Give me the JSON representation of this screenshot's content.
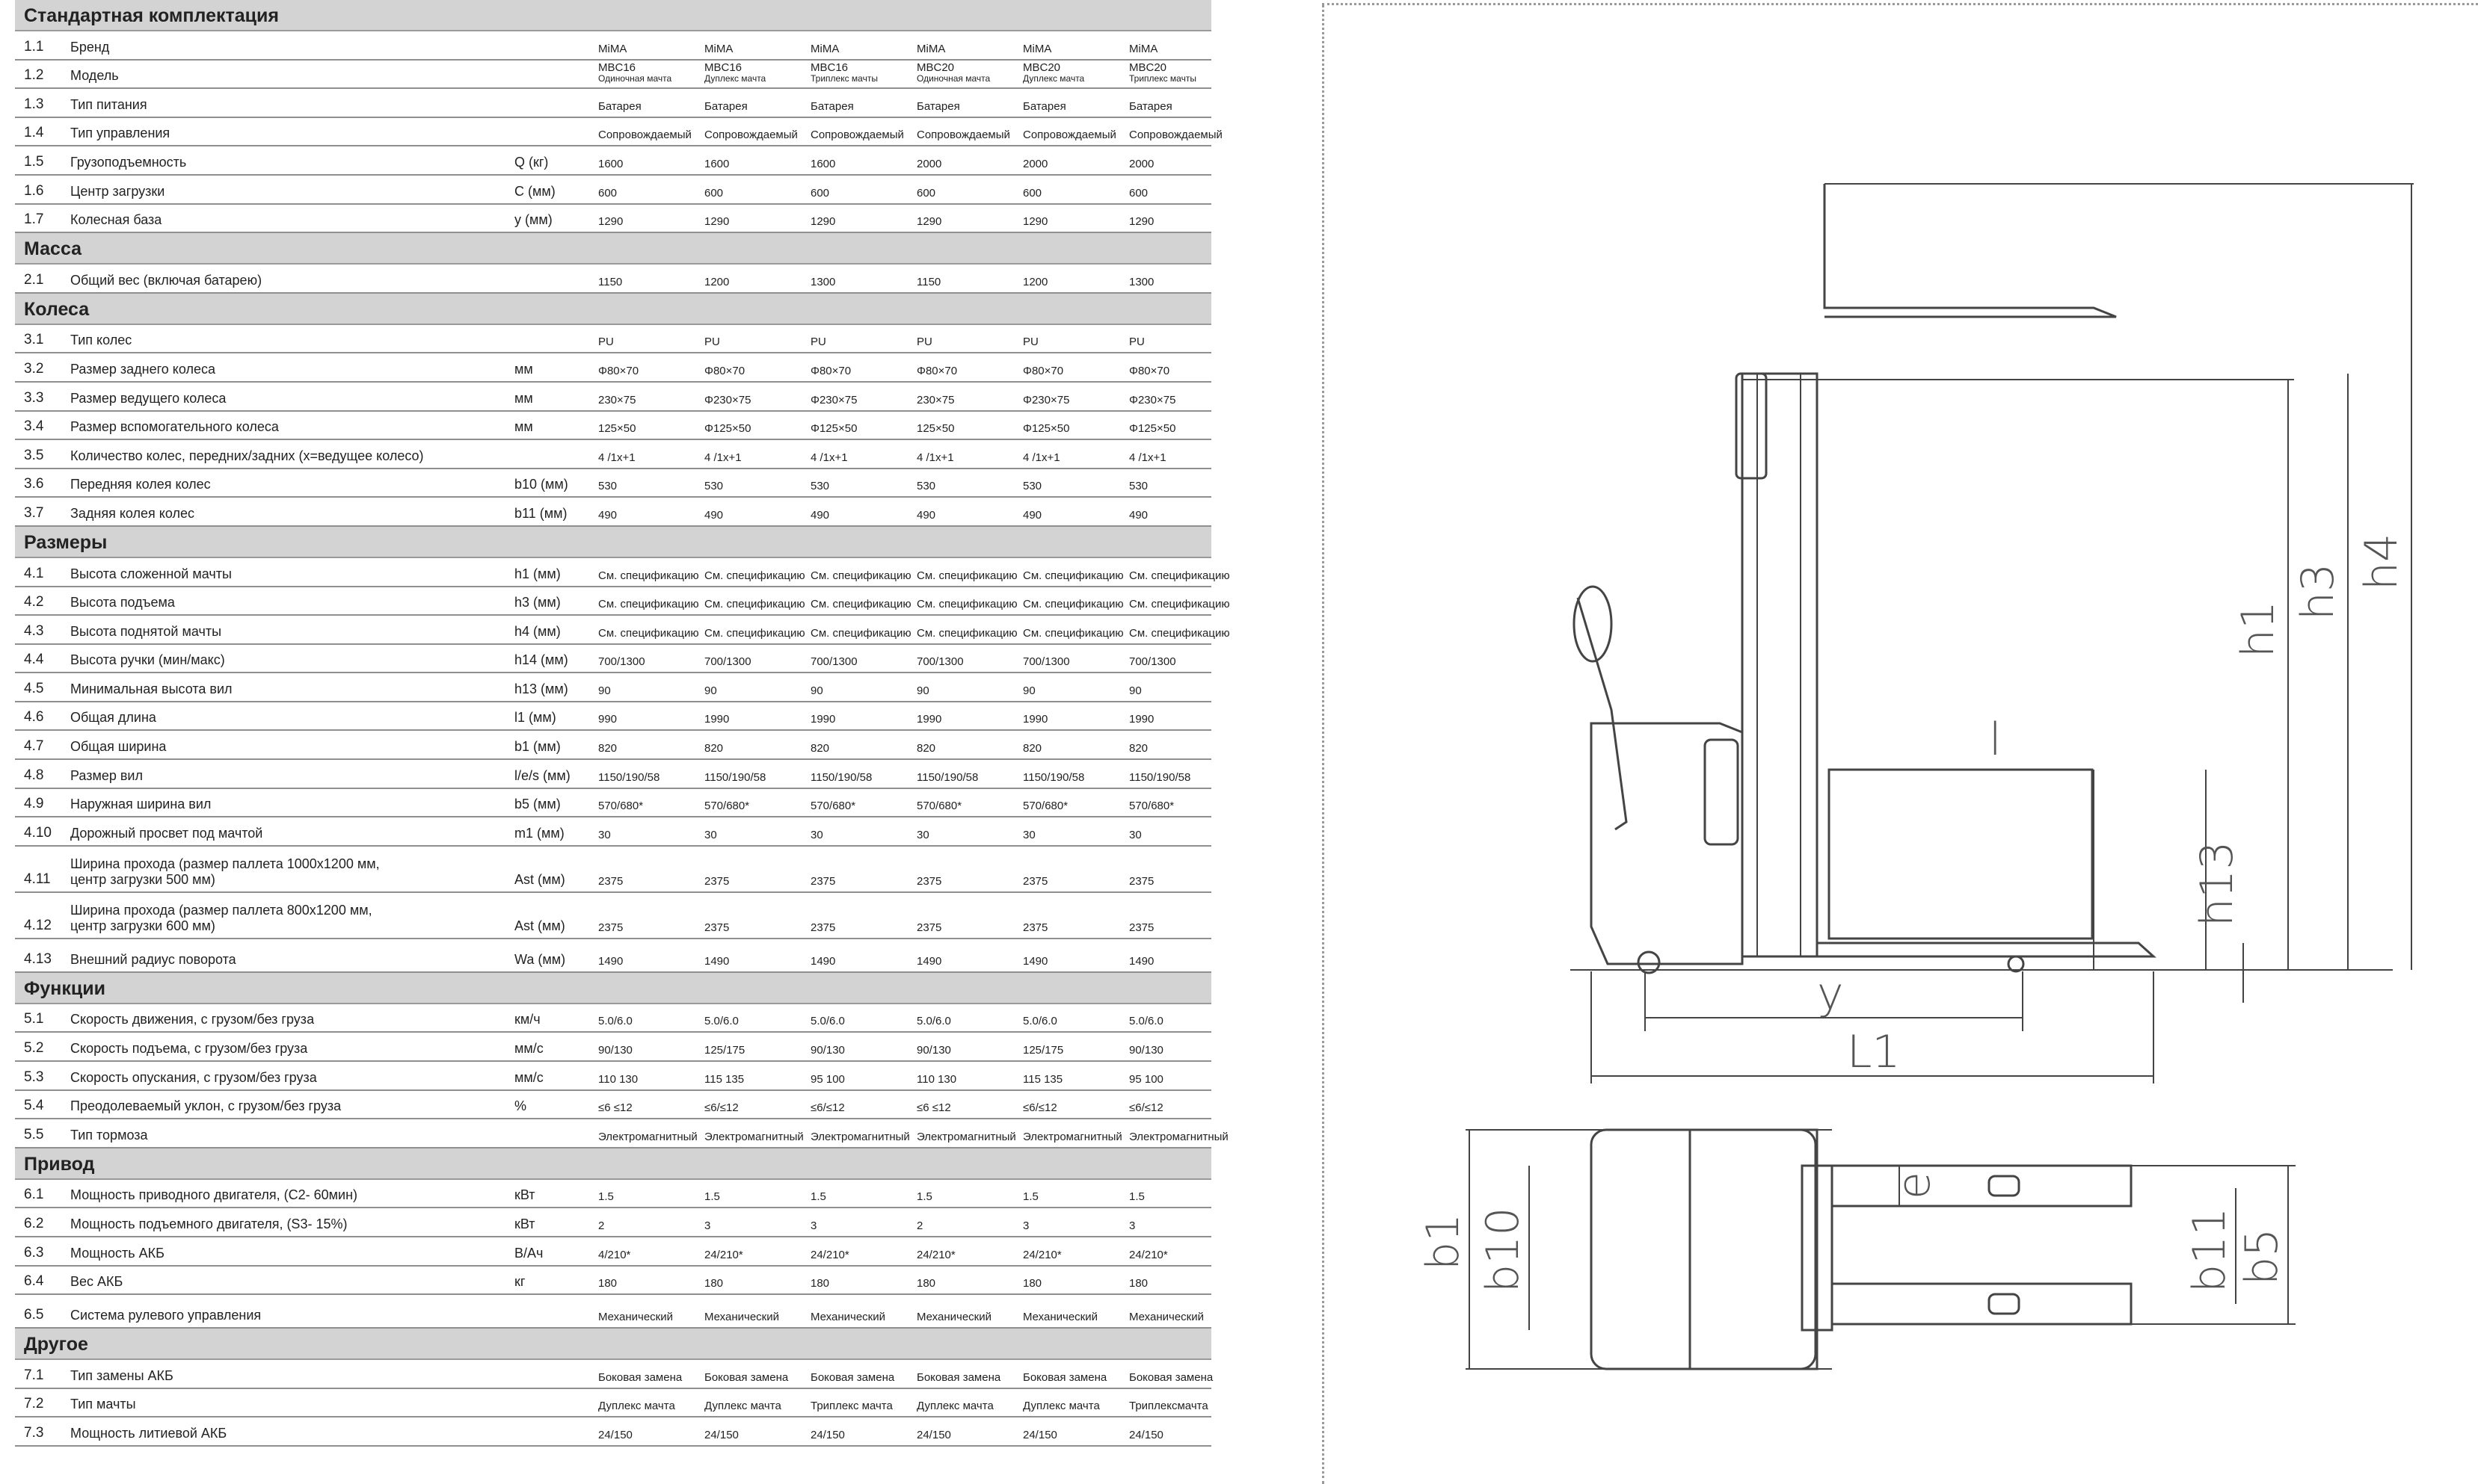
{
  "sections": [
    {
      "title": "Стандартная комплектация",
      "rows": [
        {
          "num": "1.1",
          "label": "Бренд",
          "unit": "",
          "values": [
            "MiMA",
            "MiMA",
            "MiMA",
            "MiMA",
            "MiMA",
            "MiMA"
          ]
        },
        {
          "num": "1.2",
          "label": "Модель",
          "unit": "",
          "values": [
            "MBC16|Одиночная мачта",
            "MBC16|Дуплекс мачта",
            "MBC16|Триплекс мачты",
            "MBC20|Одиночная мачта",
            "MBC20|Дуплекс мачта",
            "MBC20|Триплекс мачты"
          ]
        },
        {
          "num": "1.3",
          "label": "Тип питания",
          "unit": "",
          "values": [
            "Батарея",
            "Батарея",
            "Батарея",
            "Батарея",
            "Батарея",
            "Батарея"
          ]
        },
        {
          "num": "1.4",
          "label": "Тип управления",
          "unit": "",
          "values": [
            "Сопровождаемый",
            "Сопровождаемый",
            "Сопровождаемый",
            "Сопровождаемый",
            "Сопровождаемый",
            "Сопровождаемый"
          ]
        },
        {
          "num": "1.5",
          "label": "Грузоподъемность",
          "unit": "Q (кг)",
          "values": [
            "1600",
            "1600",
            "1600",
            "2000",
            "2000",
            "2000"
          ]
        },
        {
          "num": "1.6",
          "label": "Центр загрузки",
          "unit": "C (мм)",
          "values": [
            "600",
            "600",
            "600",
            "600",
            "600",
            "600"
          ]
        },
        {
          "num": "1.7",
          "label": "Колесная база",
          "unit": "y (мм)",
          "values": [
            "1290",
            "1290",
            "1290",
            "1290",
            "1290",
            "1290"
          ]
        }
      ]
    },
    {
      "title": "Масса",
      "rows": [
        {
          "num": "2.1",
          "label": "Общий вес (включая батарею)",
          "unit": "",
          "values": [
            "1150",
            "1200",
            "1300",
            "1150",
            "1200",
            "1300"
          ]
        }
      ]
    },
    {
      "title": "Колеса",
      "rows": [
        {
          "num": "3.1",
          "label": "Тип колес",
          "unit": "",
          "values": [
            "PU",
            "PU",
            "PU",
            "PU",
            "PU",
            "PU"
          ]
        },
        {
          "num": "3.2",
          "label": "Размер заднего колеса",
          "unit": "мм",
          "values": [
            "Φ80×70",
            "Φ80×70",
            "Φ80×70",
            "Φ80×70",
            "Φ80×70",
            "Φ80×70"
          ]
        },
        {
          "num": "3.3",
          "label": "Размер ведущего колеса",
          "unit": "мм",
          "values": [
            "230×75",
            "Φ230×75",
            "Φ230×75",
            "230×75",
            "Φ230×75",
            "Φ230×75"
          ]
        },
        {
          "num": "3.4",
          "label": "Размер вспомогательного колеса",
          "unit": "мм",
          "values": [
            "125×50",
            "Φ125×50",
            "Φ125×50",
            "125×50",
            "Φ125×50",
            "Φ125×50"
          ]
        },
        {
          "num": "3.5",
          "label": "Количество колес, передних/задних (x=ведущее колесо)",
          "unit": "",
          "values": [
            "4 /1x+1",
            "4 /1x+1",
            "4 /1x+1",
            "4 /1x+1",
            "4 /1x+1",
            "4 /1x+1"
          ]
        },
        {
          "num": "3.6",
          "label": "Передняя колея колес",
          "unit": "b10 (мм)",
          "values": [
            "530",
            "530",
            "530",
            "530",
            "530",
            "530"
          ]
        },
        {
          "num": "3.7",
          "label": "Задняя колея колес",
          "unit": "b11 (мм)",
          "values": [
            "490",
            "490",
            "490",
            "490",
            "490",
            "490"
          ]
        }
      ]
    },
    {
      "title": "Размеры",
      "rows": [
        {
          "num": "4.1",
          "label": "Высота сложенной мачты",
          "unit": "h1 (мм)",
          "values": [
            "См. спецификацию",
            "См. спецификацию",
            "См. спецификацию",
            "См. спецификацию",
            "См. спецификацию",
            "См. спецификацию"
          ]
        },
        {
          "num": "4.2",
          "label": "Высота подъема",
          "unit": "h3 (мм)",
          "values": [
            "См. спецификацию",
            "См. спецификацию",
            "См. спецификацию",
            "См. спецификацию",
            "См. спецификацию",
            "См. спецификацию"
          ]
        },
        {
          "num": "4.3",
          "label": "Высота поднятой мачты",
          "unit": "h4 (мм)",
          "values": [
            "См. спецификацию",
            "См. спецификацию",
            "См. спецификацию",
            "См. спецификацию",
            "См. спецификацию",
            "См. спецификацию"
          ]
        },
        {
          "num": "4.4",
          "label": "Высота ручки (мин/макс)",
          "unit": "h14 (мм)",
          "values": [
            "700/1300",
            "700/1300",
            "700/1300",
            "700/1300",
            "700/1300",
            "700/1300"
          ]
        },
        {
          "num": "4.5",
          "label": "Минимальная высота вил",
          "unit": "h13 (мм)",
          "values": [
            "90",
            "90",
            "90",
            "90",
            "90",
            "90"
          ]
        },
        {
          "num": "4.6",
          "label": "Общая длина",
          "unit": "l1 (мм)",
          "values": [
            "990",
            "1990",
            "1990",
            "1990",
            "1990",
            "1990"
          ]
        },
        {
          "num": "4.7",
          "label": "Общая ширина",
          "unit": "b1 (мм)",
          "values": [
            "820",
            "820",
            "820",
            "820",
            "820",
            "820"
          ]
        },
        {
          "num": "4.8",
          "label": "Размер вил",
          "unit": "l/e/s (мм)",
          "values": [
            "1150/190/58",
            "1150/190/58",
            "1150/190/58",
            "1150/190/58",
            "1150/190/58",
            "1150/190/58"
          ]
        },
        {
          "num": "4.9",
          "label": "Наружная ширина вил",
          "unit": "b5 (мм)",
          "values": [
            "570/680*",
            "570/680*",
            "570/680*",
            "570/680*",
            "570/680*",
            "570/680*"
          ]
        },
        {
          "num": "4.10",
          "label": "Дорожный просвет под мачтой",
          "unit": "m1 (мм)",
          "values": [
            "30",
            "30",
            "30",
            "30",
            "30",
            "30"
          ]
        },
        {
          "num": "4.11",
          "label": "Ширина прохода (размер паллета 1000x1200 мм,|центр загрузки 500 мм)",
          "unit": "Ast (мм)",
          "values": [
            "2375",
            "2375",
            "2375",
            "2375",
            "2375",
            "2375"
          ]
        },
        {
          "num": "4.12",
          "label": "Ширина прохода (размер паллета 800x1200 мм,|центр загрузки 600 мм)",
          "unit": "Ast (мм)",
          "values": [
            "2375",
            "2375",
            "2375",
            "2375",
            "2375",
            "2375"
          ]
        },
        {
          "num": "4.13",
          "label": "Внешний радиус поворота",
          "unit": "Wa (мм)",
          "values": [
            "1490",
            "1490",
            "1490",
            "1490",
            "1490",
            "1490"
          ]
        }
      ]
    },
    {
      "title": "Функции",
      "rows": [
        {
          "num": "5.1",
          "label": "Скорость движения, с грузом/без груза",
          "unit": "км/ч",
          "values": [
            "5.0/6.0",
            "5.0/6.0",
            "5.0/6.0",
            "5.0/6.0",
            "5.0/6.0",
            "5.0/6.0"
          ]
        },
        {
          "num": "5.2",
          "label": "Скорость подъема, с грузом/без груза",
          "unit": "мм/с",
          "values": [
            "90/130",
            "125/175",
            "90/130",
            "90/130",
            "125/175",
            "90/130"
          ]
        },
        {
          "num": "5.3",
          "label": "Скорость опускания, с грузом/без груза",
          "unit": "мм/с",
          "values": [
            "110 130",
            "115 135",
            "95 100",
            "110 130",
            "115 135",
            "95 100"
          ]
        },
        {
          "num": "5.4",
          "label": "Преодолеваемый уклон, с грузом/без груза",
          "unit": "%",
          "values": [
            "≤6 ≤12",
            "≤6/≤12",
            "≤6/≤12",
            "≤6 ≤12",
            "≤6/≤12",
            "≤6/≤12"
          ]
        },
        {
          "num": "5.5",
          "label": "Тип тормоза",
          "unit": "",
          "values": [
            "Электромагнитный",
            "Электромагнитный",
            "Электромагнитный",
            "Электромагнитный",
            "Электромагнитный",
            "Электромагнитный"
          ]
        }
      ]
    },
    {
      "title": "Привод",
      "rows": [
        {
          "num": "6.1",
          "label": "Мощность приводного двигателя, (C2- 60мин)",
          "unit": "кВт",
          "values": [
            "1.5",
            "1.5",
            "1.5",
            "1.5",
            "1.5",
            "1.5"
          ]
        },
        {
          "num": "6.2",
          "label": "Мощность подъемного двигателя, (S3- 15%)",
          "unit": "кВт",
          "values": [
            "2",
            "3",
            "3",
            "2",
            "3",
            "3"
          ]
        },
        {
          "num": "6.3",
          "label": "Мощность АКБ",
          "unit": "В/Ач",
          "values": [
            "4/210*",
            "24/210*",
            "24/210*",
            "24/210*",
            "24/210*",
            "24/210*"
          ]
        },
        {
          "num": "6.4",
          "label": "Вес АКБ",
          "unit": "кг",
          "values": [
            "180",
            "180",
            "180",
            "180",
            "180",
            "180"
          ]
        },
        {
          "num": "6.5",
          "label": "Система рулевого управления",
          "unit": "",
          "values": [
            "Механический",
            "Механический",
            "Механический",
            "Механический",
            "Механический",
            "Механический"
          ]
        }
      ]
    },
    {
      "title": "Другое",
      "rows": [
        {
          "num": "7.1",
          "label": "Тип замены АКБ",
          "unit": "",
          "values": [
            "Боковая замена",
            "Боковая замена",
            "Боковая замена",
            "Боковая замена",
            "Боковая замена",
            "Боковая замена"
          ]
        },
        {
          "num": "7.2",
          "label": "Тип мачты",
          "unit": "",
          "values": [
            "Дуплекс мачта",
            "Дуплекс мачта",
            "Триплекс мачта",
            "Дуплекс мачта",
            "Дуплекс мачта",
            "Триплексмачта"
          ]
        },
        {
          "num": "7.3",
          "label": "Мощность литиевой АКБ",
          "unit": "",
          "values": [
            "24/150",
            "24/150",
            "24/150",
            "24/150",
            "24/150",
            "24/150"
          ]
        }
      ]
    }
  ],
  "drawing": {
    "side_labels": {
      "h1": "h1",
      "h3": "h3",
      "h4": "h4",
      "h13": "h13",
      "l": "l",
      "y": "y",
      "L1": "L1"
    },
    "top_labels": {
      "b1": "b1",
      "b10": "b10",
      "b11": "b11",
      "b5": "b5",
      "e": "e"
    }
  }
}
